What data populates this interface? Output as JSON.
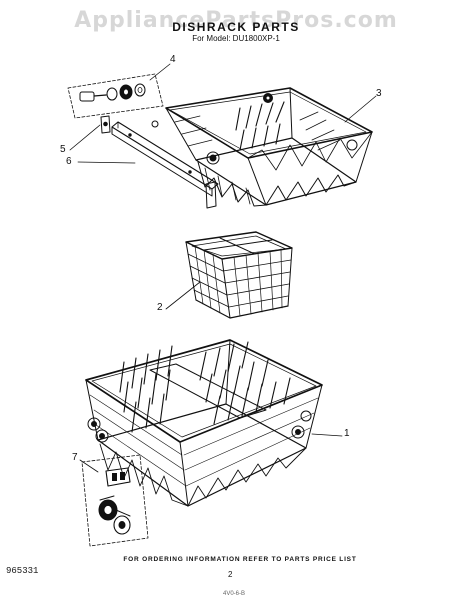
{
  "header": {
    "watermark": "AppliancePartsPros.com",
    "title": "DISHRACK PARTS",
    "subtitle": "For Model: DU1800XP-1"
  },
  "callouts": [
    "4",
    "3",
    "5",
    "6",
    "2",
    "1",
    "7"
  ],
  "footer": {
    "ordering_note": "FOR ORDERING INFORMATION REFER TO PARTS PRICE LIST",
    "document_number": "965331",
    "page_number": "2",
    "figure_code": "4V0-6-B"
  },
  "colors": {
    "ink": "#111111",
    "watermark": "#9a9a9a"
  }
}
